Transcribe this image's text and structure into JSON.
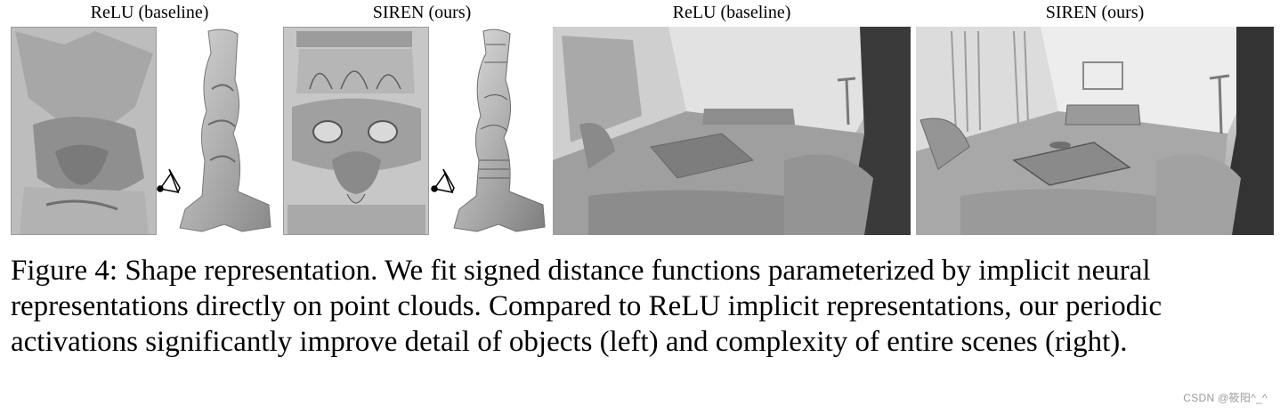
{
  "figure": {
    "panels": [
      {
        "id": "relu-object",
        "label": "ReLU (baseline)"
      },
      {
        "id": "siren-object",
        "label": "SIREN (ours)"
      },
      {
        "id": "relu-scene",
        "label": "ReLU (baseline)"
      },
      {
        "id": "siren-scene",
        "label": "SIREN (ours)"
      }
    ],
    "caption": {
      "line1": "Figure 4: Shape representation. We fit signed distance functions parameterized by implicit neural",
      "line2": "representations directly on point clouds. Compared to ReLU implicit representations, our periodic",
      "line3": "activations significantly improve detail of objects (left) and complexity of entire scenes (right)."
    }
  },
  "watermark": "CSDN @筱阳^_^"
}
